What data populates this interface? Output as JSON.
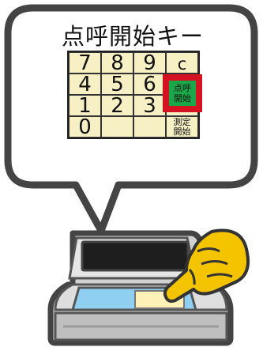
{
  "title": "点呼開始キー",
  "keypad": {
    "rows": [
      [
        "7",
        "8",
        "9",
        "c"
      ],
      [
        "4",
        "5",
        "6",
        "点呼\n開始"
      ],
      [
        "1",
        "2",
        "3",
        ""
      ],
      [
        "0",
        "",
        "",
        "測定\n開始"
      ]
    ],
    "highlighted_key": "点呼\n開始"
  },
  "colors": {
    "bubble_fill": "#ffffff",
    "bubble_stroke": "#444444",
    "key_fill": "#f6f0c4",
    "highlight_outer": "#d51222",
    "highlight_inner": "#1aa74a",
    "screen_blue": "#8fd0f2",
    "device_gray": "#c8c8c8",
    "hand_yellow": "#f5c400"
  },
  "icons": {
    "device": "alcohol-checker-device-icon",
    "hand": "pointing-hand-icon"
  }
}
